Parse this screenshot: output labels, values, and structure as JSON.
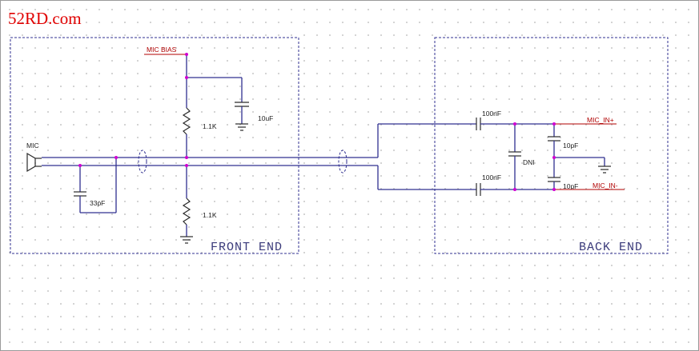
{
  "watermark": "52RD.com",
  "blocks": {
    "front_end": "FRONT END",
    "back_end": "BACK END"
  },
  "nets": {
    "mic_bias": "MIC BIAS",
    "mic_in_p": "MIC_IN+",
    "mic_in_n": "MIC_IN-"
  },
  "components": {
    "mic": "MIC",
    "c_bias": "10uF",
    "r_top": "1.1K",
    "r_bottom": "1.1K",
    "c_front": "33pF",
    "c_in_top": "100nF",
    "c_in_bottom": "100nF",
    "c_dni": "DNI",
    "c_out_top": "10pF",
    "c_out_bottom": "10pF"
  },
  "colors": {
    "wire": "#303090",
    "net_label": "#b00000",
    "junction": "#d000d0",
    "watermark": "#e00000"
  }
}
